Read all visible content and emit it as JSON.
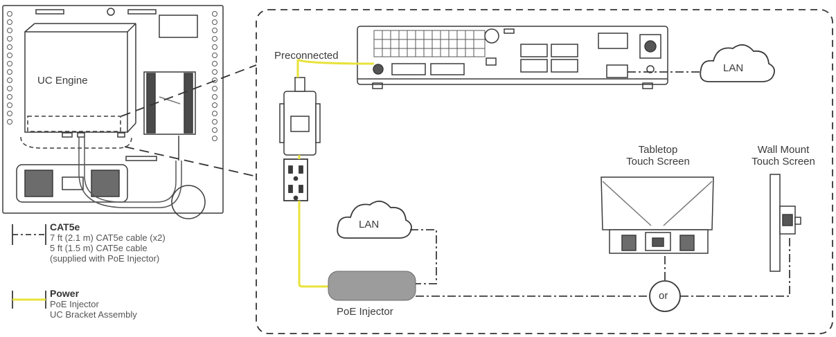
{
  "labels": {
    "uc_engine": "UC Engine",
    "preconnected": "Preconnected",
    "lan_top": "LAN",
    "lan_mid": "LAN",
    "poe_injector": "PoE Injector",
    "tabletop_line1": "Tabletop",
    "tabletop_line2": "Touch Screen",
    "wallmount_line1": "Wall Mount",
    "wallmount_line2": "Touch Screen",
    "or": "or"
  },
  "legend": {
    "cat5e": {
      "title": "CAT5e",
      "lines": [
        "7 ft (2.1 m) CAT5e cable (x2)",
        "5 ft (1.5 m) CAT5e cable",
        "(supplied with PoE Injector)"
      ]
    },
    "power": {
      "title": "Power",
      "lines": [
        "PoE Injector",
        "UC Bracket Assembly"
      ]
    }
  },
  "colors": {
    "power_wire": "#e8e23a",
    "injector_fill": "#9c9c9c",
    "outline": "#3a3a3a"
  }
}
